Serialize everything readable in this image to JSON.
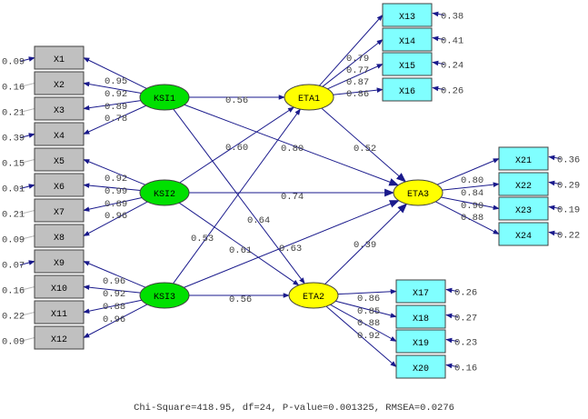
{
  "colors": {
    "exogenous_indicator": "#c0c0c0",
    "endogenous_indicator": "#80ffff",
    "ksi": "#00e000",
    "eta": "#ffff00",
    "path": "#1a1a8c",
    "text": "#404040"
  },
  "latents": {
    "KSI1": {
      "label": "KSI1",
      "type": "ksi"
    },
    "KSI2": {
      "label": "KSI2",
      "type": "ksi"
    },
    "KSI3": {
      "label": "KSI3",
      "type": "ksi"
    },
    "ETA1": {
      "label": "ETA1",
      "type": "eta"
    },
    "ETA2": {
      "label": "ETA2",
      "type": "eta"
    },
    "ETA3": {
      "label": "ETA3",
      "type": "eta"
    }
  },
  "indicators": [
    {
      "id": "X1",
      "latent": "KSI1",
      "loading": "0.95",
      "error": "0.09"
    },
    {
      "id": "X2",
      "latent": "KSI1",
      "loading": "0.92",
      "error": "0.16"
    },
    {
      "id": "X3",
      "latent": "KSI1",
      "loading": "0.89",
      "error": "0.21"
    },
    {
      "id": "X4",
      "latent": "KSI1",
      "loading": "0.78",
      "error": "0.39"
    },
    {
      "id": "X5",
      "latent": "KSI2",
      "loading": "0.92",
      "error": "0.15"
    },
    {
      "id": "X6",
      "latent": "KSI2",
      "loading": "0.99",
      "error": "0.01"
    },
    {
      "id": "X7",
      "latent": "KSI2",
      "loading": "0.89",
      "error": "0.21"
    },
    {
      "id": "X8",
      "latent": "KSI2",
      "loading": "0.96",
      "error": "0.09"
    },
    {
      "id": "X9",
      "latent": "KSI3",
      "loading": "0.96",
      "error": "0.07"
    },
    {
      "id": "X10",
      "latent": "KSI3",
      "loading": "0.92",
      "error": "0.16"
    },
    {
      "id": "X11",
      "latent": "KSI3",
      "loading": "0.88",
      "error": "0.22"
    },
    {
      "id": "X12",
      "latent": "KSI3",
      "loading": "0.96",
      "error": "0.09"
    },
    {
      "id": "X13",
      "latent": "ETA1",
      "loading": "0.79",
      "error": "0.38"
    },
    {
      "id": "X14",
      "latent": "ETA1",
      "loading": "0.77",
      "error": "0.41"
    },
    {
      "id": "X15",
      "latent": "ETA1",
      "loading": "0.87",
      "error": "0.24"
    },
    {
      "id": "X16",
      "latent": "ETA1",
      "loading": "0.86",
      "error": "0.26"
    },
    {
      "id": "X17",
      "latent": "ETA2",
      "loading": "0.86",
      "error": "0.26"
    },
    {
      "id": "X18",
      "latent": "ETA2",
      "loading": "0.85",
      "error": "0.27"
    },
    {
      "id": "X19",
      "latent": "ETA2",
      "loading": "0.88",
      "error": "0.23"
    },
    {
      "id": "X20",
      "latent": "ETA2",
      "loading": "0.92",
      "error": "0.16"
    },
    {
      "id": "X21",
      "latent": "ETA3",
      "loading": "0.80",
      "error": "0.36"
    },
    {
      "id": "X22",
      "latent": "ETA3",
      "loading": "0.84",
      "error": "0.29"
    },
    {
      "id": "X23",
      "latent": "ETA3",
      "loading": "0.90",
      "error": "0.19"
    },
    {
      "id": "X24",
      "latent": "ETA3",
      "loading": "0.88",
      "error": "0.22"
    }
  ],
  "structural_paths": [
    {
      "from": "KSI1",
      "to": "ETA1",
      "coef": "0.56"
    },
    {
      "from": "KSI1",
      "to": "ETA3",
      "coef": "0.80"
    },
    {
      "from": "KSI1",
      "to": "ETA2",
      "coef": "0.64"
    },
    {
      "from": "KSI2",
      "to": "ETA1",
      "coef": "0.60"
    },
    {
      "from": "KSI2",
      "to": "ETA3",
      "coef": "0.74"
    },
    {
      "from": "KSI2",
      "to": "ETA2",
      "coef": "0.61"
    },
    {
      "from": "KSI3",
      "to": "ETA1",
      "coef": "0.53"
    },
    {
      "from": "KSI3",
      "to": "ETA3",
      "coef": "0.63"
    },
    {
      "from": "KSI3",
      "to": "ETA2",
      "coef": "0.56"
    },
    {
      "from": "ETA1",
      "to": "ETA3",
      "coef": "0.52"
    },
    {
      "from": "ETA2",
      "to": "ETA3",
      "coef": "0.39"
    }
  ],
  "fit": {
    "text": "Chi-Square=418.95, df=24, P-value=0.001325, RMSEA=0.0276",
    "chi_square": "418.95",
    "df": "24",
    "p_value": "0.001325",
    "rmsea": "0.0276"
  }
}
